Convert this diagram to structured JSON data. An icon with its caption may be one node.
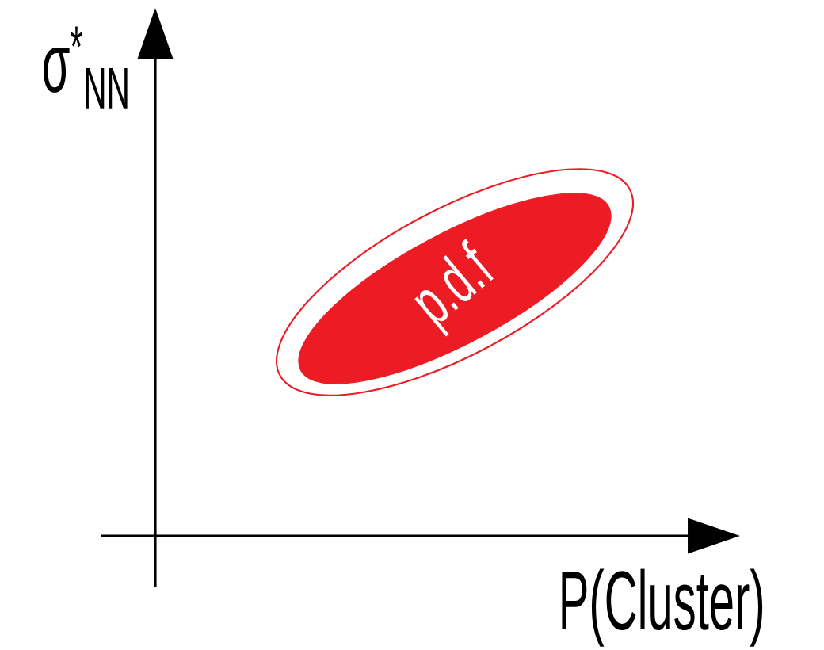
{
  "diagram": {
    "nodes": [
      {
        "text": [],
        "shape": "ellipse"
      },
      {
        "text": [
          "p.d.f"
        ],
        "in": 0
      }
    ],
    "labels": [
      "σ$^{*}$$_{NN}$",
      "P(Cluster)"
    ]
  }
}
